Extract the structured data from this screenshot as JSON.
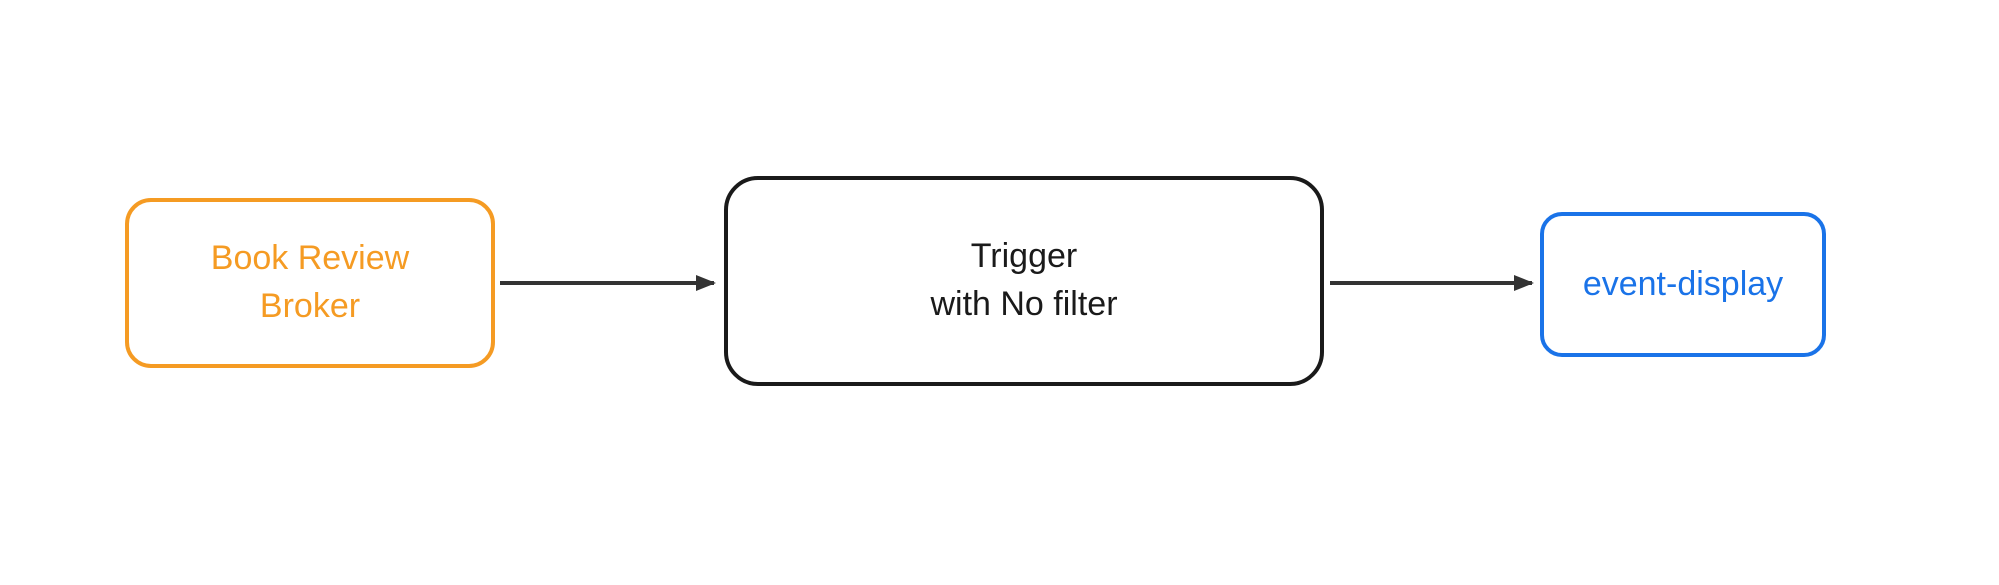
{
  "diagram": {
    "type": "flow",
    "background_color": "#ffffff",
    "edge_color": "#333333",
    "nodes": [
      {
        "id": "book-review-broker",
        "label": "Book Review\nBroker",
        "shape": "rounded-rect",
        "border_color": "#F59B23",
        "text_color": "#F59B23"
      },
      {
        "id": "trigger-with-no-filter",
        "label": "Trigger\nwith No filter",
        "shape": "rounded-rect",
        "border_color": "#1a1a1a",
        "text_color": "#1a1a1a"
      },
      {
        "id": "event-display",
        "label": "event-display",
        "shape": "rounded-rect",
        "border_color": "#1A73E8",
        "text_color": "#1A73E8"
      }
    ],
    "edges": [
      {
        "from": "book-review-broker",
        "to": "trigger-with-no-filter",
        "style": "solid-arrow",
        "color": "#333333"
      },
      {
        "from": "trigger-with-no-filter",
        "to": "event-display",
        "style": "solid-arrow",
        "color": "#333333"
      }
    ]
  }
}
